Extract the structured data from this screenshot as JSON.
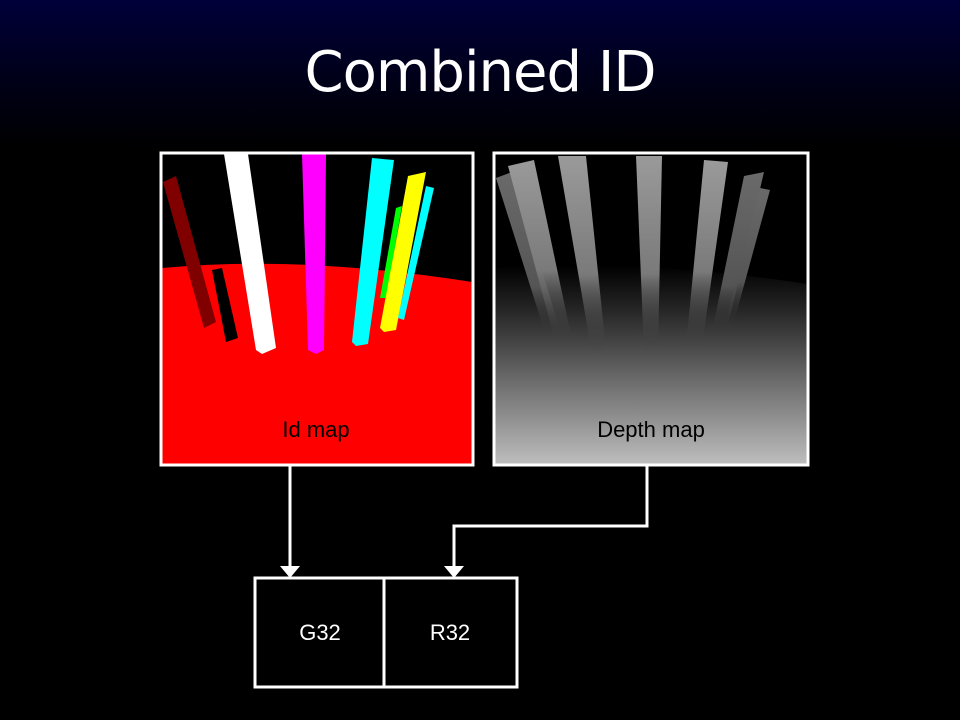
{
  "title": "Combined ID",
  "id_map": {
    "label": "Id map"
  },
  "depth_map": {
    "label": "Depth map"
  },
  "target": {
    "left_cell": "G32",
    "right_cell": "R32"
  },
  "colors": {
    "id_floor": "#ff0000",
    "pillar_white": "#ffffff",
    "pillar_magenta": "#ff00ff",
    "pillar_cyan": "#00ffff",
    "pillar_yellow": "#ffff00",
    "pillar_green": "#00ff00",
    "pillar_darkred": "#800000",
    "frame": "#ffffff"
  }
}
